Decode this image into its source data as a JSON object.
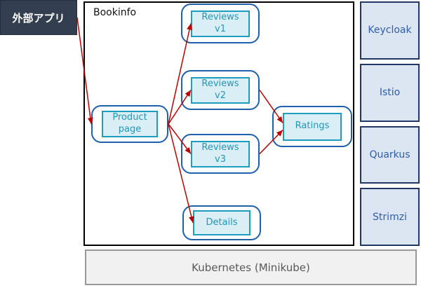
{
  "external_app": {
    "label": "外部アプリ"
  },
  "bookinfo": {
    "title": "Bookinfo"
  },
  "nodes": [
    {
      "id": "product-page",
      "label": "Product\npage"
    },
    {
      "id": "reviews-v1",
      "label": "Reviews\nv1"
    },
    {
      "id": "reviews-v2",
      "label": "Reviews\nv2"
    },
    {
      "id": "reviews-v3",
      "label": "Reviews\nv3"
    },
    {
      "id": "ratings",
      "label": "Ratings"
    },
    {
      "id": "details",
      "label": "Details"
    }
  ],
  "edges": [
    {
      "from": "external-app",
      "to": "product-page",
      "to_outer": true
    },
    {
      "from": "product-page",
      "to": "reviews-v1"
    },
    {
      "from": "product-page",
      "to": "reviews-v2"
    },
    {
      "from": "product-page",
      "to": "reviews-v3"
    },
    {
      "from": "product-page",
      "to": "details"
    },
    {
      "from": "reviews-v2",
      "to": "ratings"
    },
    {
      "from": "reviews-v3",
      "to": "ratings"
    }
  ],
  "sidebar": {
    "items": [
      {
        "label": "Keycloak"
      },
      {
        "label": "Istio"
      },
      {
        "label": "Quarkus"
      },
      {
        "label": "Strimzi"
      }
    ]
  },
  "platform": {
    "kubernetes_label": "Kubernetes (Minikube)"
  },
  "colors": {
    "node_border_outer": "#1e5fae",
    "node_border_inner": "#1e9ebe",
    "node_fill": "#daeef5",
    "node_text": "#2097ba",
    "arrow": "#c00000",
    "sidebar_fill": "#dce6f2",
    "sidebar_border": "#1f3864",
    "sidebar_text": "#2f5da8",
    "external_fill": "#333f50",
    "k8s_fill": "#f1f1f1",
    "k8s_text": "#595959"
  }
}
